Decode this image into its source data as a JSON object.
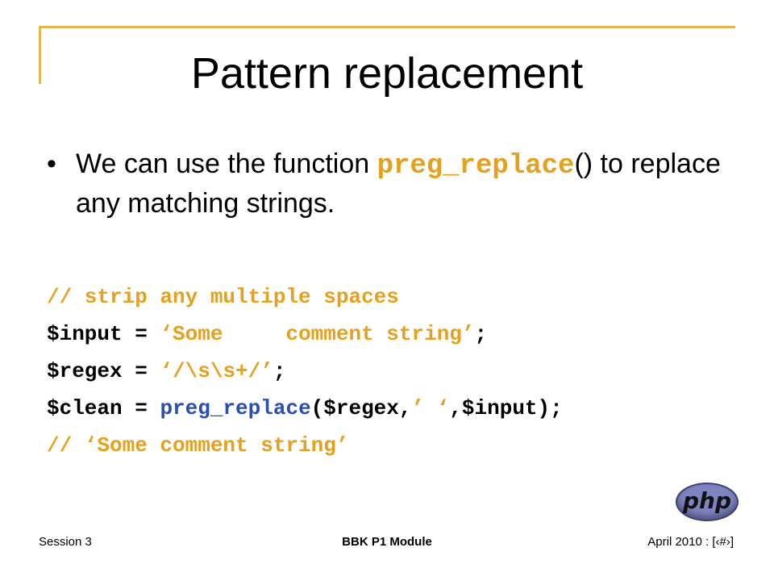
{
  "slide": {
    "title": "Pattern replacement",
    "bullet": {
      "marker": "•",
      "text_before": "We can use the function ",
      "func_name": "preg_replace",
      "text_after": "() to replace any matching strings."
    },
    "code": {
      "comment1": "// strip any multiple spaces",
      "line1_lhs": "$input = ",
      "line1_str": "‘Some     comment string’",
      "line1_end": ";",
      "line2_lhs": "$regex = ",
      "line2_str": "‘/\\s\\s+/’",
      "line2_end": ";",
      "line3_lhs": "$clean = ",
      "line3_func": "preg_replace",
      "line3_args_a": "($regex,",
      "line3_str": "’ ‘",
      "line3_args_b": ",$input);",
      "comment2": "// ‘Some comment string’"
    }
  },
  "footer": {
    "left": "Session 3",
    "center": "BBK P1 Module",
    "right": "April 2010 : [‹#›]"
  },
  "logo": {
    "text": "php"
  },
  "colors": {
    "accent": "#e6a020",
    "function_blue": "#2b4fb0",
    "frame": "#e6b64a"
  }
}
